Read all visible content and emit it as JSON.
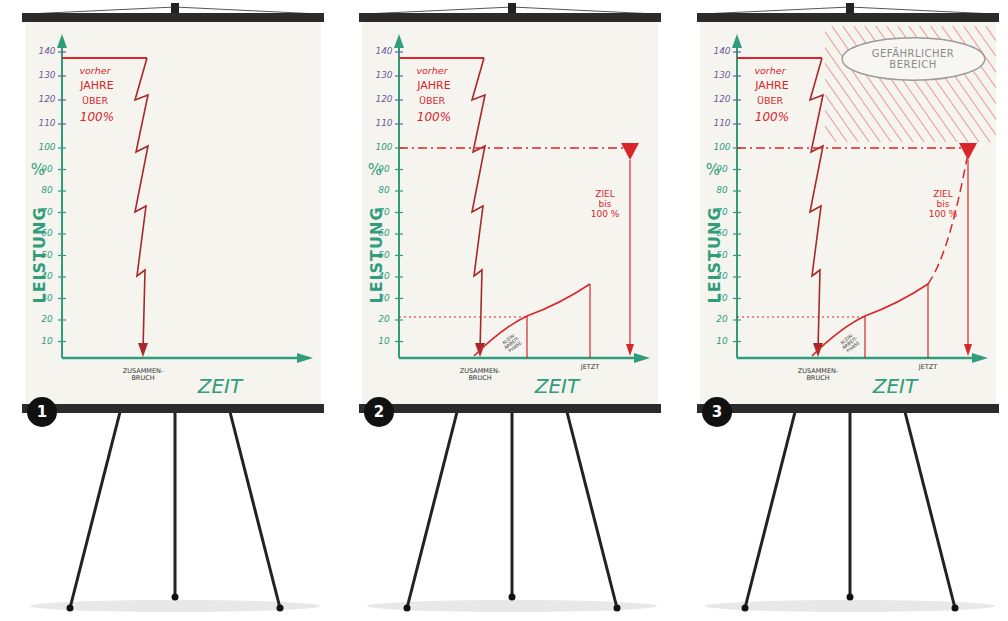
{
  "diagram": {
    "nodes": [
      {
        "text": [
          "GEFÄHRLICHER BEREICH"
        ]
      }
    ],
    "labels": [
      "1",
      "140",
      "130",
      "120",
      "110",
      "100",
      "90",
      "80",
      "70",
      "60",
      "50",
      "40",
      "30",
      "20",
      "10",
      "%",
      "LEISTUNG",
      "vorher",
      "JAHRE",
      "ÜBER",
      "100%",
      "ZUSAMMEN- BRUCH",
      "ZEIT",
      "2",
      "140",
      "130",
      "120",
      "110",
      "100",
      "90",
      "80",
      "70",
      "60",
      "50",
      "40",
      "30",
      "20",
      "10",
      "%",
      "LEISTUNG",
      "vorher",
      "JAHRE",
      "ÜBER",
      "100%",
      "ZUSAMMEN- BRUCH",
      "ZIEL bis 100 %",
      "KLEIN- ARBEIT- PHASE",
      "JETZT",
      "ZEIT",
      "3",
      "140",
      "130",
      "120",
      "110",
      "100",
      "90",
      "80",
      "70",
      "60",
      "50",
      "40",
      "30",
      "20",
      "10",
      "%",
      "LEISTUNG",
      "vorher",
      "JAHRE",
      "ÜBER",
      "100%",
      "ZUSAMMEN- BRUCH",
      "ZIEL bis 100 %",
      "KLEIN- ARBEIT- PHASE",
      "JETZT",
      "ZEIT"
    ]
  }
}
